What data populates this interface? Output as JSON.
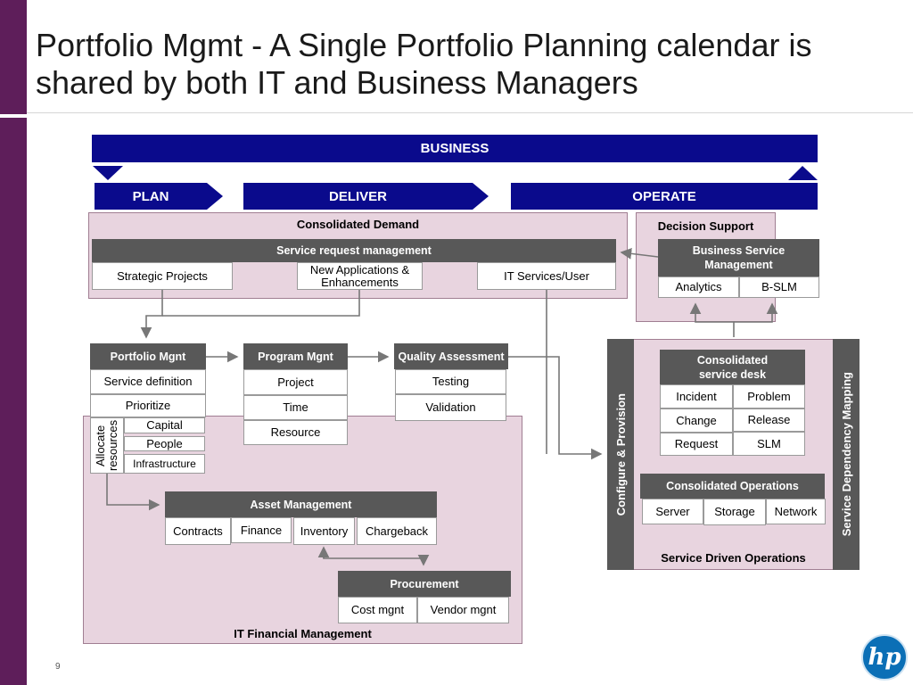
{
  "title": "Portfolio Mgmt - A Single Portfolio Planning calendar is shared by both IT and Business Managers",
  "page_number": "9",
  "business_label": "BUSINESS",
  "phases": {
    "plan": "PLAN",
    "deliver": "DELIVER",
    "operate": "OPERATE"
  },
  "consolidated_demand": {
    "label": "Consolidated Demand",
    "header": "Service request management",
    "items": [
      "Strategic Projects",
      "New Applications & Enhancements",
      "IT Services/User"
    ]
  },
  "decision_support": {
    "label": "Decision Support",
    "header": "Business Service Management",
    "items": [
      "Analytics",
      "B-SLM"
    ]
  },
  "portfolio_mgnt": {
    "header": "Portfolio Mgnt",
    "items": [
      "Service definition",
      "Prioritize"
    ],
    "allocate_label": "Allocate resources",
    "resources": [
      "Capital",
      "People",
      "Infrastructure"
    ]
  },
  "program_mgnt": {
    "header": "Program Mgnt",
    "items": [
      "Project",
      "Time",
      "Resource"
    ]
  },
  "quality": {
    "header": "Quality Assessment",
    "items": [
      "Testing",
      "Validation"
    ]
  },
  "asset_management": {
    "header": "Asset Management",
    "items": [
      "Contracts",
      "Finance",
      "Inventory",
      "Chargeback"
    ]
  },
  "procurement": {
    "header": "Procurement",
    "items": [
      "Cost mgnt",
      "Vendor mgnt"
    ]
  },
  "it_financial_label": "IT Financial Management",
  "configure_label": "Configure & Provision",
  "dependency_label": "Service Dependency Mapping",
  "service_desk": {
    "header": "Consolidated service desk",
    "items": [
      "Incident",
      "Problem",
      "Change",
      "Release",
      "Request",
      "SLM"
    ]
  },
  "consolidated_operations": {
    "header": "Consolidated Operations",
    "items": [
      "Server",
      "Storage",
      "Network"
    ]
  },
  "service_driven_label": "Service Driven Operations",
  "logo_text": "hp",
  "colors": {
    "purple": "#5e1e5a",
    "blue": "#0a0a8c",
    "pink": "#e8d4df",
    "dark_gray": "#585858",
    "hp_blue": "#0b6fb6"
  }
}
